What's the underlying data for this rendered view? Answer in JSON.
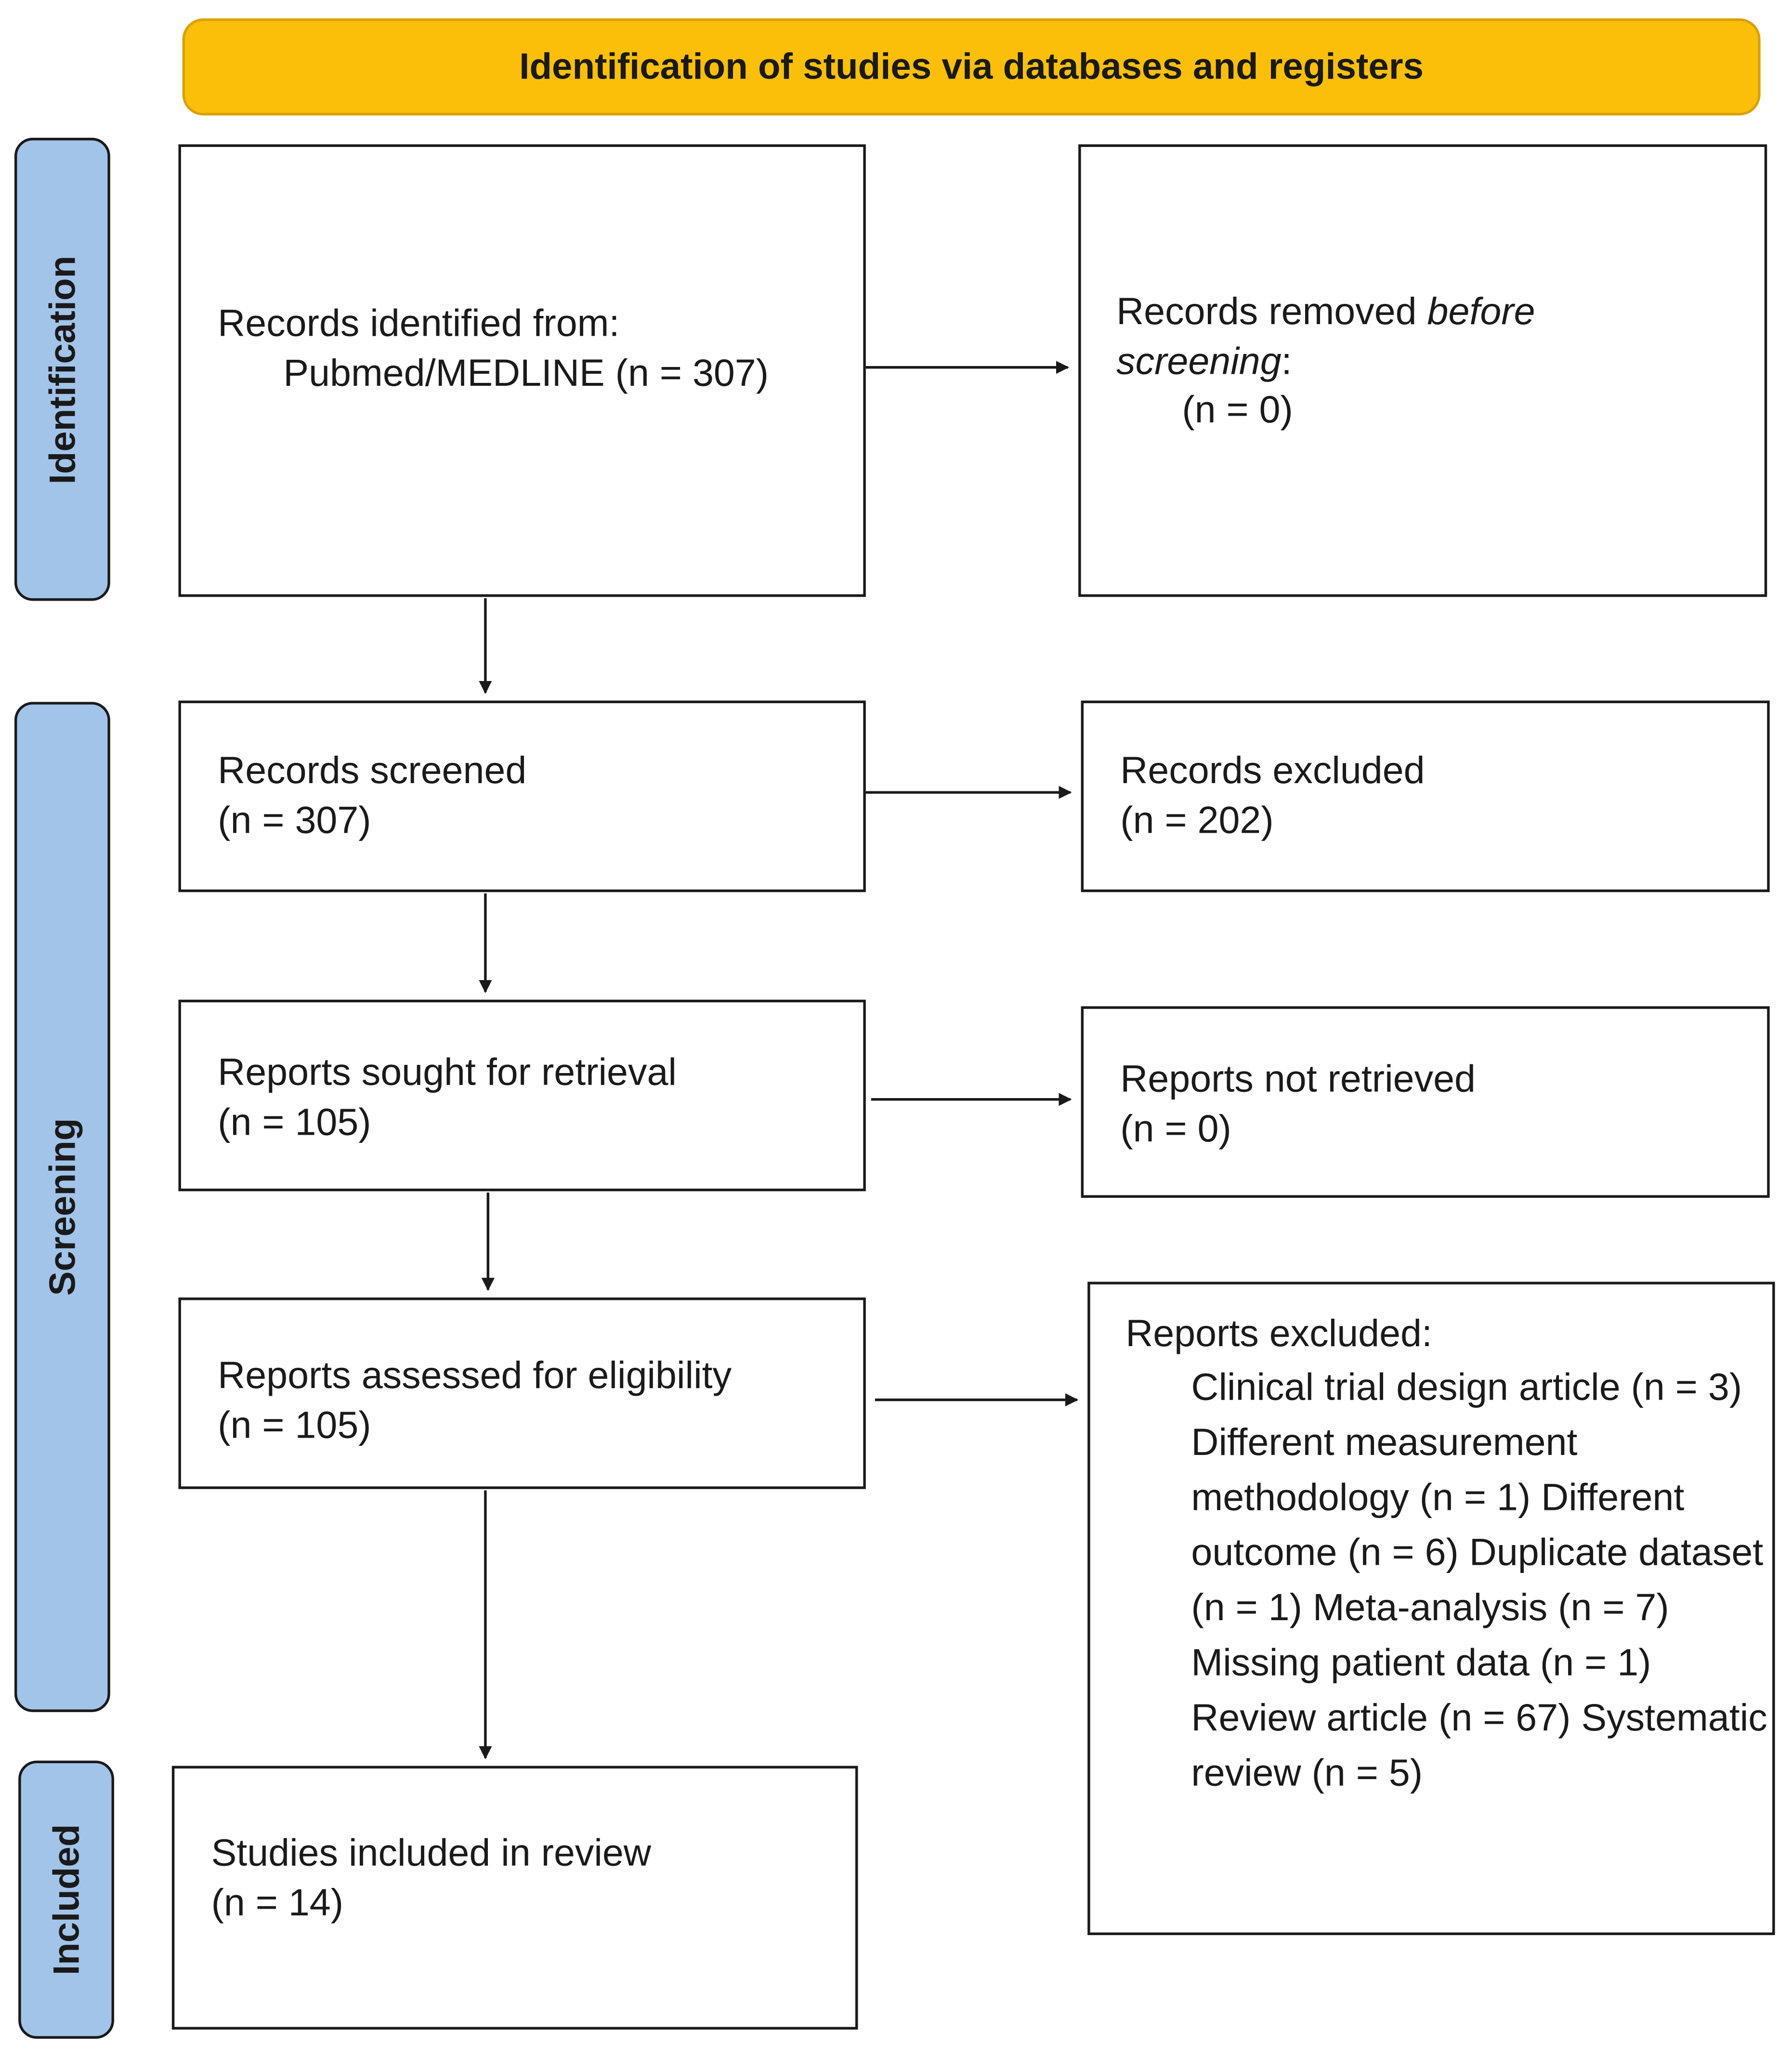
{
  "header": {
    "title": "Identification of studies via databases and registers"
  },
  "stages": {
    "identification": "Identification",
    "screening": "Screening",
    "included": "Included"
  },
  "boxes": {
    "identified": {
      "line1": "Records identified from:",
      "line2": "Pubmed/MEDLINE (n = 307)"
    },
    "removed": {
      "prefix": "Records removed ",
      "italic1": "before",
      "italic2": "screening",
      "suffix": ":",
      "count": "(n = 0)"
    },
    "screened": {
      "line1": "Records screened",
      "line2": "(n = 307)"
    },
    "excluded": {
      "line1": "Records excluded",
      "line2": "(n = 202)"
    },
    "sought": {
      "line1": "Reports sought for retrieval",
      "line2": "(n = 105)"
    },
    "not_retrieved": {
      "line1": "Reports not retrieved",
      "line2": "(n = 0)"
    },
    "assessed": {
      "line1": "Reports assessed for eligibility",
      "line2": "(n = 105)"
    },
    "reports_excluded": {
      "title": "Reports excluded:",
      "reasons": [
        "Clinical trial design article",
        "(n = 3)",
        "Different measurement",
        "methodology (n = 1)",
        "Different outcome (n = 6)",
        "Duplicate dataset (n = 1)",
        "Meta-analysis (n = 7)",
        "Missing patient data (n = 1)",
        "Review article (n = 67)",
        "Systematic review (n = 5)"
      ]
    },
    "included": {
      "line1": "Studies included in review",
      "line2": "(n = 14)"
    }
  },
  "colors": {
    "header_fill": "#fbbf0a",
    "stage_fill": "#a2c4e9",
    "line": "#1a1a1a"
  }
}
